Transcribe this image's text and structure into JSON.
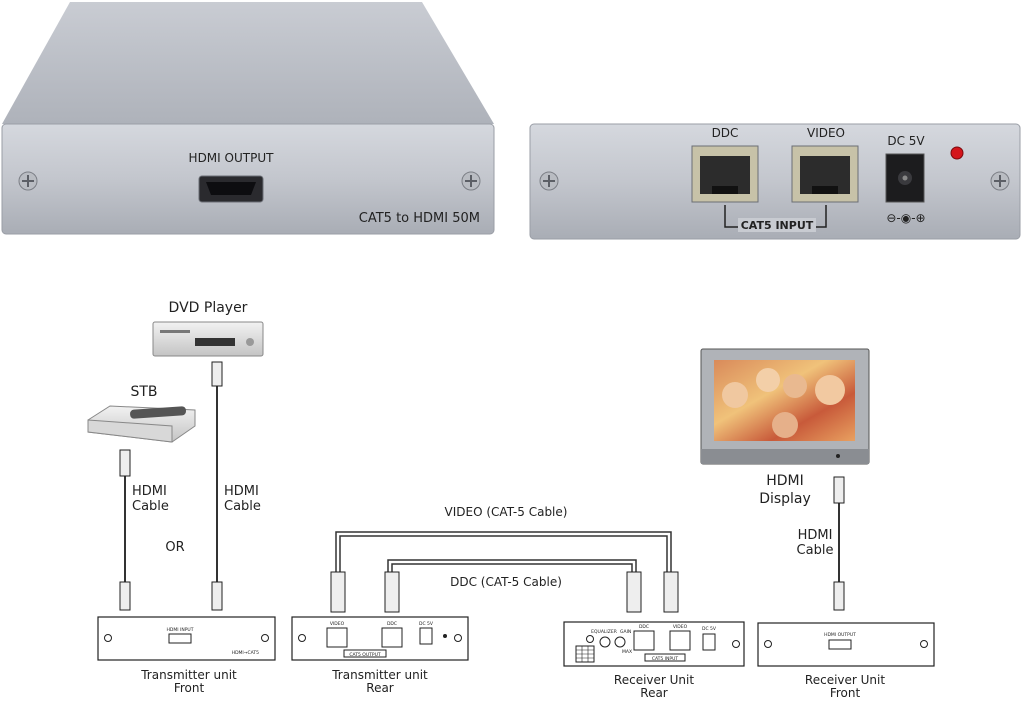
{
  "photo_front": {
    "port_label": "HDMI OUTPUT",
    "brand_text": "CAT5 to HDMI 50M"
  },
  "photo_rear": {
    "ddc_label": "DDC",
    "video_label": "VIDEO",
    "dc_label": "DC 5V",
    "input_label": "CAT5 INPUT",
    "polarity": "⊖-◉-⊕"
  },
  "sources": {
    "dvd_label": "DVD Player",
    "stb_label": "STB",
    "or_label": "OR"
  },
  "cables": {
    "hdmi_line1": "HDMI",
    "hdmi_line2": "Cable",
    "video_cable": "VIDEO (CAT-5 Cable)",
    "ddc_cable": "DDC (CAT-5 Cable)"
  },
  "display": {
    "line1": "HDMI",
    "line2": "Display"
  },
  "units": {
    "tx_front": {
      "line1": "Transmitter unit",
      "line2": "Front",
      "port": "HDMI INPUT",
      "brand": "HDMI→CAT5"
    },
    "tx_rear": {
      "line1": "Transmitter unit",
      "line2": "Rear",
      "video": "VIDEO",
      "ddc": "DDC",
      "dc": "DC 5V",
      "output": "CAT5 OUTPUT"
    },
    "rx_rear": {
      "line1": "Receiver Unit",
      "line2": "Rear",
      "equalizer": "EQUALIZER",
      "gain": "GAIN",
      "max": "MAX",
      "ddc": "DDC",
      "video": "VIDEO",
      "dc": "DC 5V",
      "input": "CAT5 INPUT"
    },
    "rx_front": {
      "line1": "Receiver Unit",
      "line2": "Front",
      "port": "HDMI OUTPUT"
    }
  }
}
